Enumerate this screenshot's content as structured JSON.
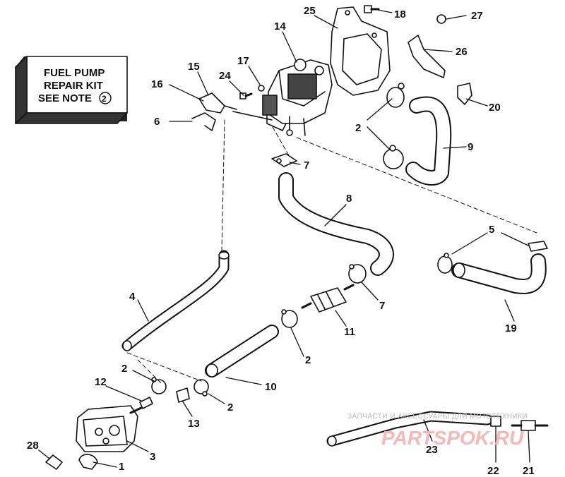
{
  "note_box": {
    "line1": "FUEL PUMP",
    "line2": "REPAIR KIT",
    "line3": "SEE NOTE",
    "note_number": "2"
  },
  "callouts": [
    {
      "id": "c1",
      "text": "1"
    },
    {
      "id": "c2a",
      "text": "2"
    },
    {
      "id": "c2b",
      "text": "2"
    },
    {
      "id": "c2c",
      "text": "2"
    },
    {
      "id": "c2d",
      "text": "2"
    },
    {
      "id": "c3",
      "text": "3"
    },
    {
      "id": "c4",
      "text": "4"
    },
    {
      "id": "c5",
      "text": "5"
    },
    {
      "id": "c6",
      "text": "6"
    },
    {
      "id": "c7a",
      "text": "7"
    },
    {
      "id": "c7b",
      "text": "7"
    },
    {
      "id": "c8",
      "text": "8"
    },
    {
      "id": "c9",
      "text": "9"
    },
    {
      "id": "c10",
      "text": "10"
    },
    {
      "id": "c11",
      "text": "11"
    },
    {
      "id": "c12",
      "text": "12"
    },
    {
      "id": "c13",
      "text": "13"
    },
    {
      "id": "c14",
      "text": "14"
    },
    {
      "id": "c15",
      "text": "15"
    },
    {
      "id": "c16",
      "text": "16"
    },
    {
      "id": "c17",
      "text": "17"
    },
    {
      "id": "c18",
      "text": "18"
    },
    {
      "id": "c19",
      "text": "19"
    },
    {
      "id": "c20",
      "text": "20"
    },
    {
      "id": "c21",
      "text": "21"
    },
    {
      "id": "c22",
      "text": "22"
    },
    {
      "id": "c23",
      "text": "23"
    },
    {
      "id": "c24",
      "text": "24"
    },
    {
      "id": "c25",
      "text": "25"
    },
    {
      "id": "c26",
      "text": "26"
    },
    {
      "id": "c27",
      "text": "27"
    },
    {
      "id": "c28",
      "text": "28"
    }
  ],
  "watermark": {
    "caption": "ЗАПЧАСТИ И АКСЕССУАРЫ ДЛЯ МОТОТЕХНИКИ",
    "logo": "PARTSPOK.RU"
  },
  "colors": {
    "ink": "#111111",
    "watermark_text": "#b9b9b9",
    "watermark_logo": "#f3b8b8"
  }
}
